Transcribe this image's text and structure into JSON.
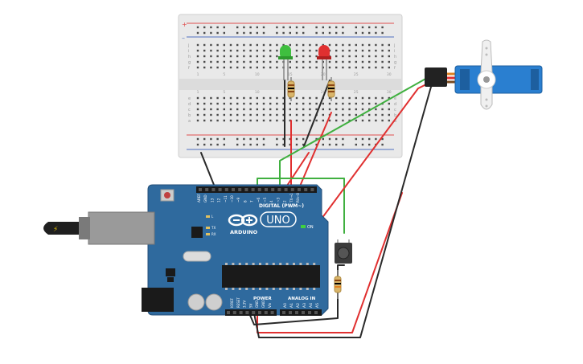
{
  "arduino": {
    "brand": "ARDUINO",
    "model": "UNO",
    "on_label": "ON",
    "digital_label": "DIGITAL (PWM~)",
    "power_label": "POWER",
    "analog_label": "ANALOG IN",
    "aref": "AREF",
    "gnd": "GND",
    "tx": "TX",
    "rx": "RX",
    "l": "L",
    "digital_pins": [
      "13",
      "12",
      "~11",
      "~10",
      "~9",
      "8",
      "7",
      "~6",
      "~5",
      "4",
      "~3",
      "2",
      "TX→1",
      "RX←0"
    ],
    "power_pins": [
      "IOREF",
      "RESET",
      "3.3V",
      "5V",
      "GND",
      "GND",
      "Vin"
    ],
    "analog_pins": [
      "A0",
      "A1",
      "A2",
      "A3",
      "A4",
      "A5"
    ]
  },
  "breadboard": {
    "rows_top": [
      "j",
      "i",
      "h",
      "g",
      "f"
    ],
    "rows_bottom": [
      "e",
      "d",
      "c",
      "b",
      "a"
    ],
    "col_labels": [
      "1",
      "5",
      "10",
      "15",
      "20",
      "25",
      "30"
    ],
    "plus": "+",
    "minus": "–"
  },
  "colors": {
    "board": "#2f6a9e",
    "wire_red": "#e03030",
    "wire_black": "#2a2a2a",
    "wire_green": "#40b040",
    "led_green": "#3fbf3f",
    "led_red": "#e03030",
    "servo": "#2a7fd0"
  }
}
